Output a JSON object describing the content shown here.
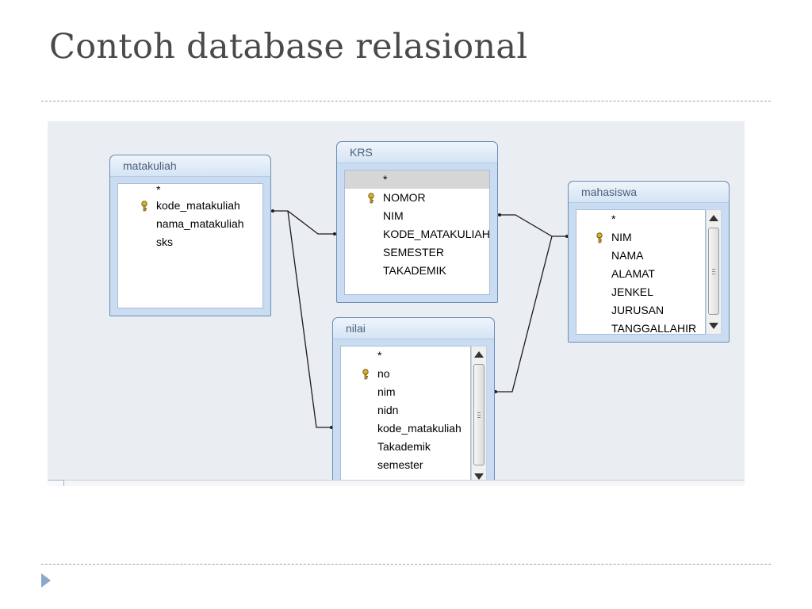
{
  "slide": {
    "title": "Contoh database relasional"
  },
  "tables": {
    "matakuliah": {
      "name": "matakuliah",
      "fields": [
        "*",
        "kode_matakuliah",
        "nama_matakuliah",
        "sks"
      ]
    },
    "krs": {
      "name": "KRS",
      "fields": [
        "*",
        "NOMOR",
        "NIM",
        "KODE_MATAKULIAH",
        "SEMESTER",
        "TAKADEMIK"
      ]
    },
    "mahasiswa": {
      "name": "mahasiswa",
      "fields": [
        "*",
        "NIM",
        "NAMA",
        "ALAMAT",
        "JENKEL",
        "JURUSAN",
        "TANGGALLAHIR"
      ]
    },
    "nilai": {
      "name": "nilai",
      "fields": [
        "*",
        "no",
        "nim",
        "nidn",
        "kode_matakuliah",
        "Takademik",
        "semester"
      ]
    }
  },
  "colors": {
    "title": "#4a4a4a",
    "canvas": "#eaedf1",
    "table_border": "#6f8db3",
    "key": "#d7b52a"
  },
  "icons": {
    "primary_key": "key-icon",
    "bullet": "triangle-right-icon"
  }
}
